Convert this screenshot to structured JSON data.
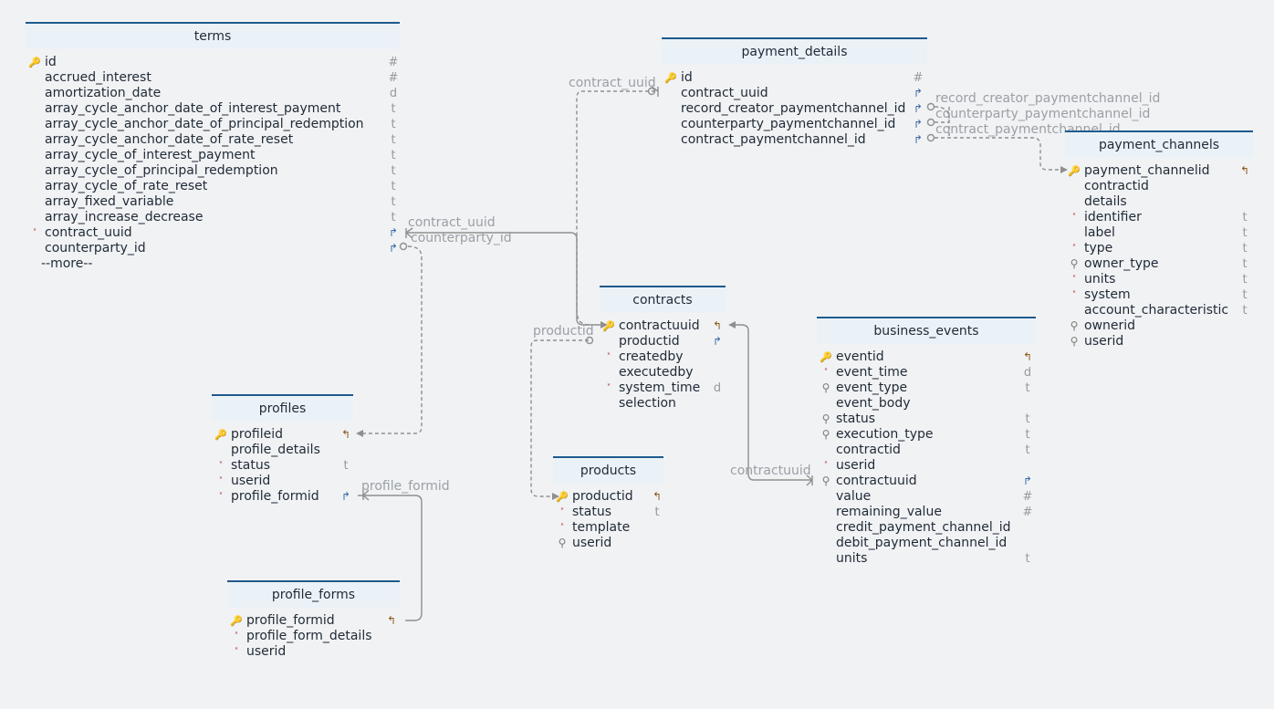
{
  "tables": {
    "terms": {
      "name": "terms",
      "columns": [
        {
          "mark": "key",
          "name": "id",
          "type": "#"
        },
        {
          "mark": "",
          "name": "accrued_interest",
          "type": "#"
        },
        {
          "mark": "",
          "name": "amortization_date",
          "type": "d"
        },
        {
          "mark": "",
          "name": "array_cycle_anchor_date_of_interest_payment",
          "type": "t"
        },
        {
          "mark": "",
          "name": "array_cycle_anchor_date_of_principal_redemption",
          "type": "t"
        },
        {
          "mark": "",
          "name": "array_cycle_anchor_date_of_rate_reset",
          "type": "t"
        },
        {
          "mark": "",
          "name": "array_cycle_of_interest_payment",
          "type": "t"
        },
        {
          "mark": "",
          "name": "array_cycle_of_principal_redemption",
          "type": "t"
        },
        {
          "mark": "",
          "name": "array_cycle_of_rate_reset",
          "type": "t"
        },
        {
          "mark": "",
          "name": "array_fixed_variable",
          "type": "t"
        },
        {
          "mark": "",
          "name": "array_increase_decrease",
          "type": "t"
        },
        {
          "mark": "req",
          "name": "contract_uuid",
          "type": "fk"
        },
        {
          "mark": "",
          "name": "counterparty_id",
          "type": "fk"
        }
      ],
      "more": "--more--"
    },
    "payment_details": {
      "name": "payment_details",
      "columns": [
        {
          "mark": "key",
          "name": "id",
          "type": "#"
        },
        {
          "mark": "",
          "name": "contract_uuid",
          "type": "fk"
        },
        {
          "mark": "",
          "name": "record_creator_paymentchannel_id",
          "type": "fk"
        },
        {
          "mark": "",
          "name": "counterparty_paymentchannel_id",
          "type": "fk"
        },
        {
          "mark": "",
          "name": "contract_paymentchannel_id",
          "type": "fk"
        }
      ]
    },
    "payment_channels": {
      "name": "payment_channels",
      "columns": [
        {
          "mark": "key",
          "name": "payment_channelid",
          "type": "pk"
        },
        {
          "mark": "",
          "name": "contractid",
          "type": ""
        },
        {
          "mark": "",
          "name": "details",
          "type": ""
        },
        {
          "mark": "req",
          "name": "identifier",
          "type": "t"
        },
        {
          "mark": "",
          "name": "label",
          "type": "t"
        },
        {
          "mark": "req",
          "name": "type",
          "type": "t"
        },
        {
          "mark": "idx",
          "name": "owner_type",
          "type": "t"
        },
        {
          "mark": "req",
          "name": "units",
          "type": "t"
        },
        {
          "mark": "req",
          "name": "system",
          "type": "t"
        },
        {
          "mark": "",
          "name": "account_characteristic",
          "type": "t"
        },
        {
          "mark": "idx",
          "name": "ownerid",
          "type": ""
        },
        {
          "mark": "idx",
          "name": "userid",
          "type": ""
        }
      ]
    },
    "contracts": {
      "name": "contracts",
      "columns": [
        {
          "mark": "key",
          "name": "contractuuid",
          "type": "pk"
        },
        {
          "mark": "",
          "name": "productid",
          "type": "fk"
        },
        {
          "mark": "req",
          "name": "createdby",
          "type": ""
        },
        {
          "mark": "",
          "name": "executedby",
          "type": ""
        },
        {
          "mark": "req",
          "name": "system_time",
          "type": "d"
        },
        {
          "mark": "",
          "name": "selection",
          "type": ""
        }
      ]
    },
    "business_events": {
      "name": "business_events",
      "columns": [
        {
          "mark": "key",
          "name": "eventid",
          "type": "pk"
        },
        {
          "mark": "req",
          "name": "event_time",
          "type": "d"
        },
        {
          "mark": "idx",
          "name": "event_type",
          "type": "t"
        },
        {
          "mark": "",
          "name": "event_body",
          "type": ""
        },
        {
          "mark": "idx",
          "name": "status",
          "type": "t"
        },
        {
          "mark": "idx",
          "name": "execution_type",
          "type": "t"
        },
        {
          "mark": "",
          "name": "contractid",
          "type": "t"
        },
        {
          "mark": "req",
          "name": "userid",
          "type": ""
        },
        {
          "mark": "idx",
          "name": "contractuuid",
          "type": "fk"
        },
        {
          "mark": "",
          "name": "value",
          "type": "#"
        },
        {
          "mark": "",
          "name": "remaining_value",
          "type": "#"
        },
        {
          "mark": "",
          "name": "credit_payment_channel_id",
          "type": ""
        },
        {
          "mark": "",
          "name": "debit_payment_channel_id",
          "type": ""
        },
        {
          "mark": "",
          "name": "units",
          "type": "t"
        }
      ]
    },
    "profiles": {
      "name": "profiles",
      "columns": [
        {
          "mark": "key",
          "name": "profileid",
          "type": "pk"
        },
        {
          "mark": "",
          "name": "profile_details",
          "type": ""
        },
        {
          "mark": "req",
          "name": "status",
          "type": "t"
        },
        {
          "mark": "req",
          "name": "userid",
          "type": ""
        },
        {
          "mark": "req",
          "name": "profile_formid",
          "type": "fk"
        }
      ]
    },
    "products": {
      "name": "products",
      "columns": [
        {
          "mark": "key",
          "name": "productid",
          "type": "pk"
        },
        {
          "mark": "req",
          "name": "status",
          "type": "t"
        },
        {
          "mark": "req",
          "name": "template",
          "type": ""
        },
        {
          "mark": "idx",
          "name": "userid",
          "type": ""
        }
      ]
    },
    "profile_forms": {
      "name": "profile_forms",
      "columns": [
        {
          "mark": "key",
          "name": "profile_formid",
          "type": "pk"
        },
        {
          "mark": "req",
          "name": "profile_form_details",
          "type": ""
        },
        {
          "mark": "req",
          "name": "userid",
          "type": ""
        }
      ]
    }
  },
  "link_labels": {
    "terms_contract_uuid": "contract_uuid",
    "terms_counterparty_id": "counterparty_id",
    "pd_contract_uuid": "contract_uuid",
    "pd_record_creator": "record_creator_paymentchannel_id",
    "pd_counterparty": "counterparty_paymentchannel_id",
    "pd_contract_pc": "contract_paymentchannel_id",
    "contracts_productid": "productid",
    "be_contractuuid": "contractuuid",
    "profiles_profile_formid": "profile_formid"
  },
  "colors": {
    "background": "#f1f2f4",
    "header_bg": "#ebf2f7",
    "header_border": "#1f5a8c",
    "link": "#8f8f8f"
  },
  "icons": {
    "key": "key-icon",
    "required": "required-marker-icon",
    "index": "index-icon",
    "fk": "foreign-key-icon",
    "pk_ref": "referenced-key-icon"
  }
}
